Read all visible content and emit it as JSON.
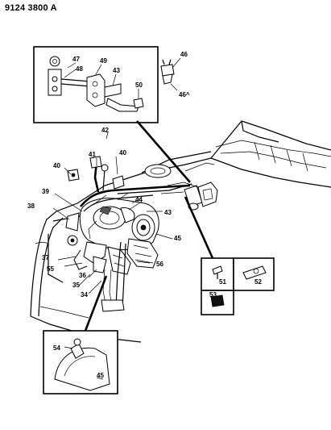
{
  "document_id": "9124 3800 A",
  "callouts": {
    "c35": "35",
    "c34": "34",
    "c36": "36",
    "c37": "37",
    "c38": "38",
    "c39": "39",
    "c40a": "40",
    "c40b": "40",
    "c41": "41",
    "c42": "42",
    "c43a": "43",
    "c43b": "43",
    "c44": "44",
    "c45a": "45",
    "c45b": "45",
    "c46a": "46",
    "c46b": "46^",
    "c47": "47",
    "c48": "48",
    "c49": "49",
    "c50": "50",
    "c51": "51",
    "c52": "52",
    "c53": "53",
    "c54": "54",
    "c55": "55",
    "c56": "56"
  }
}
